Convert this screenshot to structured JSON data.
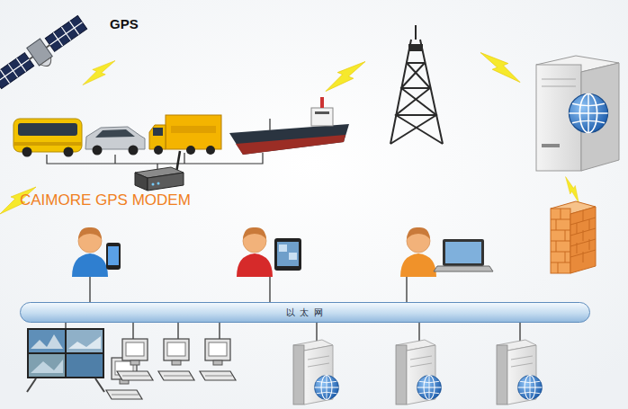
{
  "diagram": {
    "nodes": [
      {
        "text": [
          "以 太 网"
        ]
      }
    ],
    "labels": [
      "GPS",
      "CAIMORE GPS MODEM"
    ]
  }
}
